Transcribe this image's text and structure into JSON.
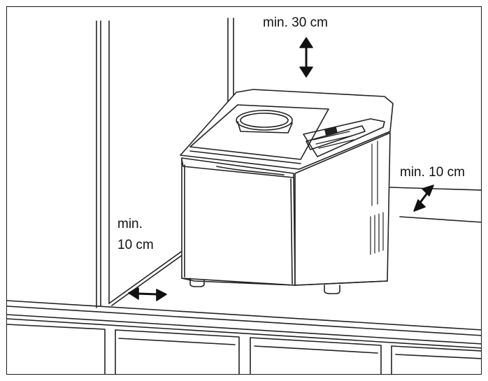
{
  "clearance": {
    "top": "min. 30 cm",
    "right": "min. 10 cm",
    "left_line1": "min.",
    "left_line2": "10 cm"
  }
}
